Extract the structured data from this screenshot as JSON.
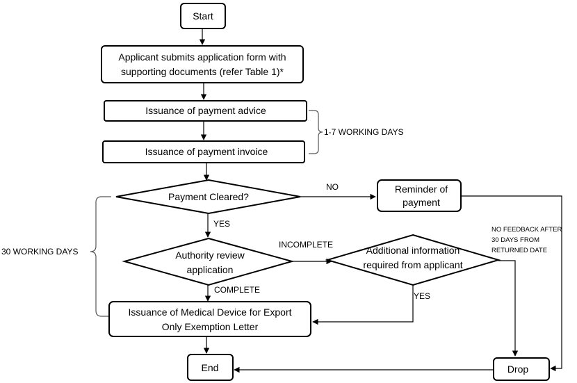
{
  "nodes": {
    "start": "Start",
    "submit": [
      "Applicant submits application form with",
      "supporting documents (refer Table 1)*"
    ],
    "payment_advice": "Issuance of payment advice",
    "payment_invoice": "Issuance of payment invoice",
    "payment_cleared": "Payment Cleared?",
    "reminder": [
      "Reminder of",
      "payment"
    ],
    "authority_review": [
      "Authority review",
      "application"
    ],
    "additional_info": [
      "Additional information",
      "required  from applicant"
    ],
    "issuance_letter": [
      "Issuance of Medical Device for Export",
      "Only Exemption Letter"
    ],
    "end": "End",
    "drop": "Drop"
  },
  "edge_labels": {
    "no": "NO",
    "yes_payment": "YES",
    "incomplete": "INCOMPLETE",
    "complete": "COMPLETE",
    "yes_additional": "YES",
    "no_feedback": [
      "NO FEEDBACK AFTER",
      "30 DAYS FROM",
      "RETURNED DATE"
    ]
  },
  "annotations": {
    "working_days_payment": "1-7 WORKING DAYS",
    "working_days_total": "30 WORKING DAYS"
  }
}
